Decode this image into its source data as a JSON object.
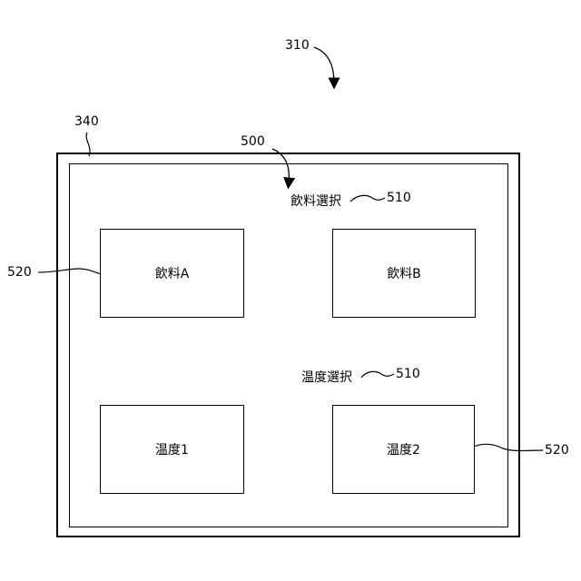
{
  "refs": {
    "device": "310",
    "screen": "340",
    "ui": "500",
    "title_ref_drink": "510",
    "title_ref_temp": "510",
    "button_ref_left": "520",
    "button_ref_right": "520"
  },
  "drink_section": {
    "title": "飲料選択",
    "options": [
      "飲料A",
      "飲料B"
    ]
  },
  "temp_section": {
    "title": "温度選択",
    "options": [
      "温度1",
      "温度2"
    ]
  }
}
